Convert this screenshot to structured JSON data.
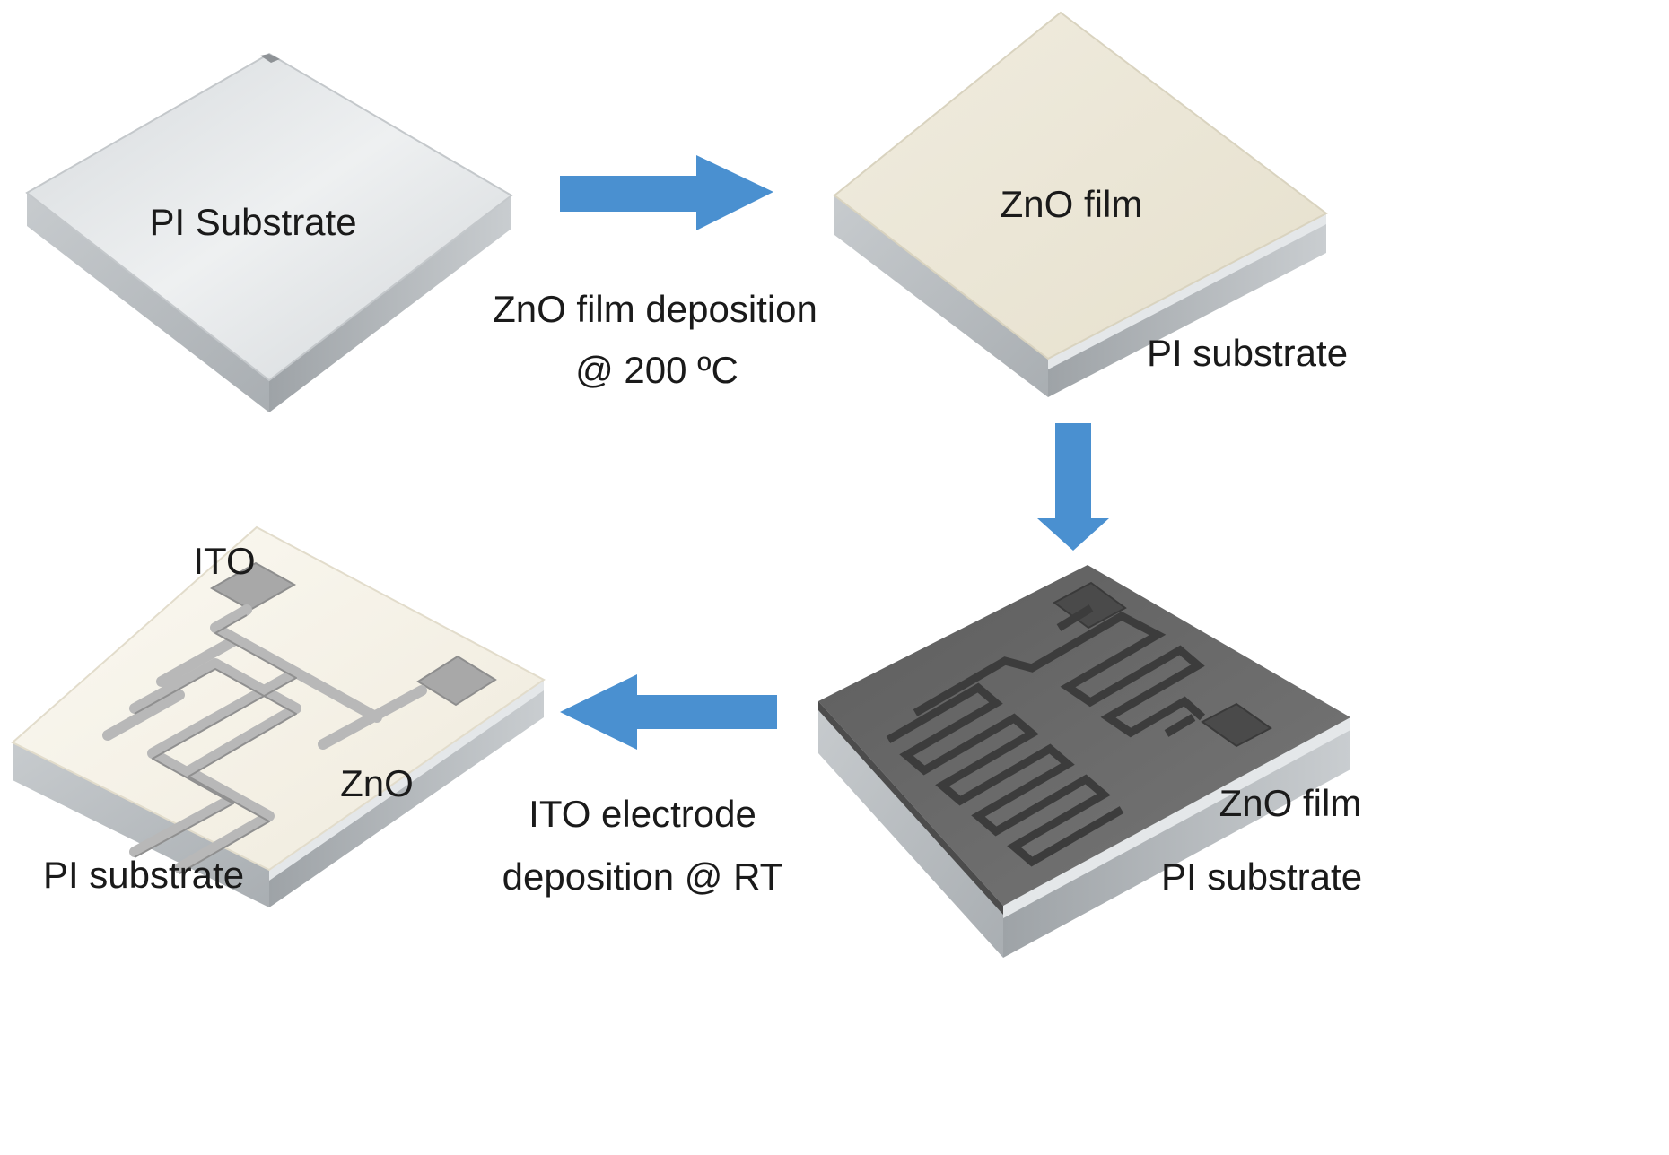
{
  "labels": {
    "step1_substrate": "PI Substrate",
    "arrow1_line1": "ZnO film deposition",
    "arrow1_line2": "@ 200 ºC",
    "step2_film": "ZnO film",
    "step2_substrate": "PI substrate",
    "step3_film": "ZnO film",
    "step3_substrate": "PI substrate",
    "arrow3_line1": "ITO electrode",
    "arrow3_line2": "deposition @ RT",
    "step4_ito": "ITO",
    "step4_zno": "ZnO",
    "step4_substrate": "PI substrate"
  },
  "colors": {
    "arrow": "#4a90d0",
    "substrate_top": "#dfe3e6",
    "substrate_side": "#b9bec2",
    "zno_top": "#ede8d8",
    "zno_dark": "#6a6a6a",
    "ito": "#a8a8a8",
    "text": "#1a1a1a"
  }
}
